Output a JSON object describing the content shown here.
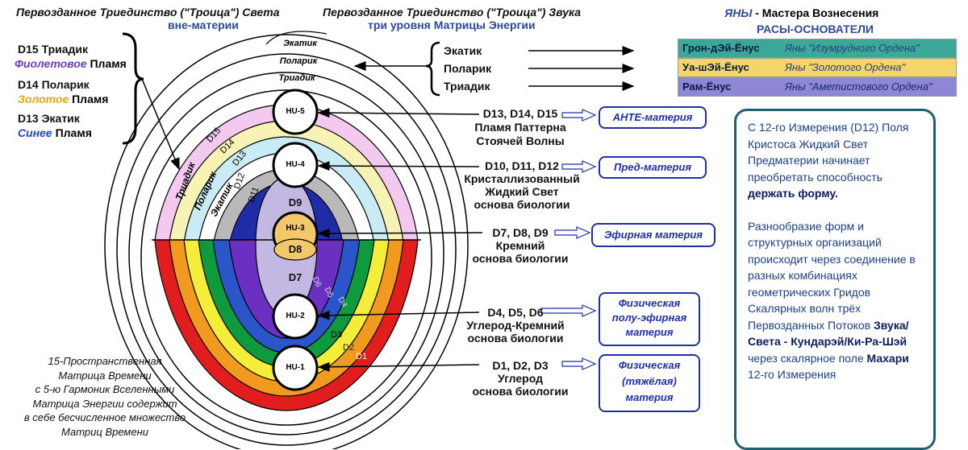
{
  "header": {
    "left_line1": "Первозданное Триединство (\"Троица\") Света",
    "left_line2": "вне-материи",
    "center_line1": "Первозданное Триединство (\"Троица\") Звука",
    "center_line2": "три уровня Матрицы Энергии",
    "right_yany": "ЯНЫ",
    "right_masters": " - Мастера Вознесения",
    "right_races": "РАСЫ-ОСНОВАТЕЛИ"
  },
  "races": [
    {
      "name": "Грон-дЭй-Ёнус",
      "order": "Яны \"Изумрудного Ордена\"",
      "color": "#3ba89a"
    },
    {
      "name": "Уа-шЭй-Ёнус",
      "order": "Яны \"Золотого Ордена\"",
      "color": "#f3d56a"
    },
    {
      "name": "Рам-Ёнус",
      "order": "Яны \"Аметистового Ордена\"",
      "color": "#8e86d6"
    }
  ],
  "flames": [
    {
      "d": "D15 Триадик",
      "flame": "Фиолетовое",
      "suffix": " Пламя",
      "color": "#6a3fb8"
    },
    {
      "d": "D14 Поларик",
      "flame": "Золотое",
      "suffix": " Пламя",
      "color": "#e3a619"
    },
    {
      "d": "D13 Экатик",
      "flame": "Синее",
      "suffix": " Пламя",
      "color": "#2347c7"
    }
  ],
  "sound_levels": [
    "Экатик",
    "Поларик",
    "Триадик"
  ],
  "outer_rings": [
    "Экатик",
    "Поларик",
    "Триадик"
  ],
  "units": [
    "HU-5",
    "HU-4",
    "HU-3",
    "HU-2",
    "HU-1"
  ],
  "dims": {
    "d15": "D15",
    "d14": "D14",
    "d13": "D13",
    "d12": "D12",
    "d11": "D11",
    "d9": "D9",
    "d8": "D8",
    "d7": "D7",
    "d6": "D6",
    "d5": "D5",
    "d4": "D4",
    "d3": "D3",
    "d2": "D2",
    "d1": "D1"
  },
  "band_labels": [
    "Триадик",
    "Поларик",
    "Экатик"
  ],
  "levels": [
    {
      "dims": "D13, D14, D15",
      "line2": "Пламя Паттерна",
      "line3": "Стоячей Волны",
      "line4": "",
      "matter": [
        "АНТЕ-материя"
      ]
    },
    {
      "dims": "D10, D11, D12",
      "line2": "Кристаллизованный",
      "line3": "Жидкий Свет",
      "line4": "основа биологии",
      "matter": [
        "Пред-материя"
      ]
    },
    {
      "dims": "D7, D8, D9",
      "line2": "Кремний",
      "line3": "основа биологии",
      "line4": "",
      "matter": [
        "Эфирная материя"
      ]
    },
    {
      "dims": "D4, D5, D6",
      "line2": "Углерод-Кремний",
      "line3": "основа биологии",
      "line4": "",
      "matter": [
        "Физическая",
        "полу-эфирная",
        "материя"
      ]
    },
    {
      "dims": "D1, D2, D3",
      "line2": "Углерод",
      "line3": "основа биологии",
      "line4": "",
      "matter": [
        "Физическая",
        "(тяжёлая)",
        "материя"
      ]
    }
  ],
  "matrix_note": [
    "15-Пространственная",
    "Матрица Времени",
    "с 5-ю Гармоник Вселенными",
    "Матрица Энергии содержит",
    "в себе бесчисленное множество",
    "Матриц Времени"
  ],
  "info": {
    "p1a": "С 12-го Измерения (D12) Поля Кристоса Жидкий Свет Предматерии начинает преобретать способность ",
    "p1b": "держать форму.",
    "p2a": "Разнообразие форм и структурных организаций происходит через соединение в разных комбинациях геометрических Гридов Скалярных волн трёх Первозданных Потоков ",
    "p2b": "Звука/Света - Кундарэй/Ки-Ра-Шэй",
    "p2c": " через скалярное поле ",
    "p2d": "Махари",
    "p2e": " 12-го Измерения"
  }
}
